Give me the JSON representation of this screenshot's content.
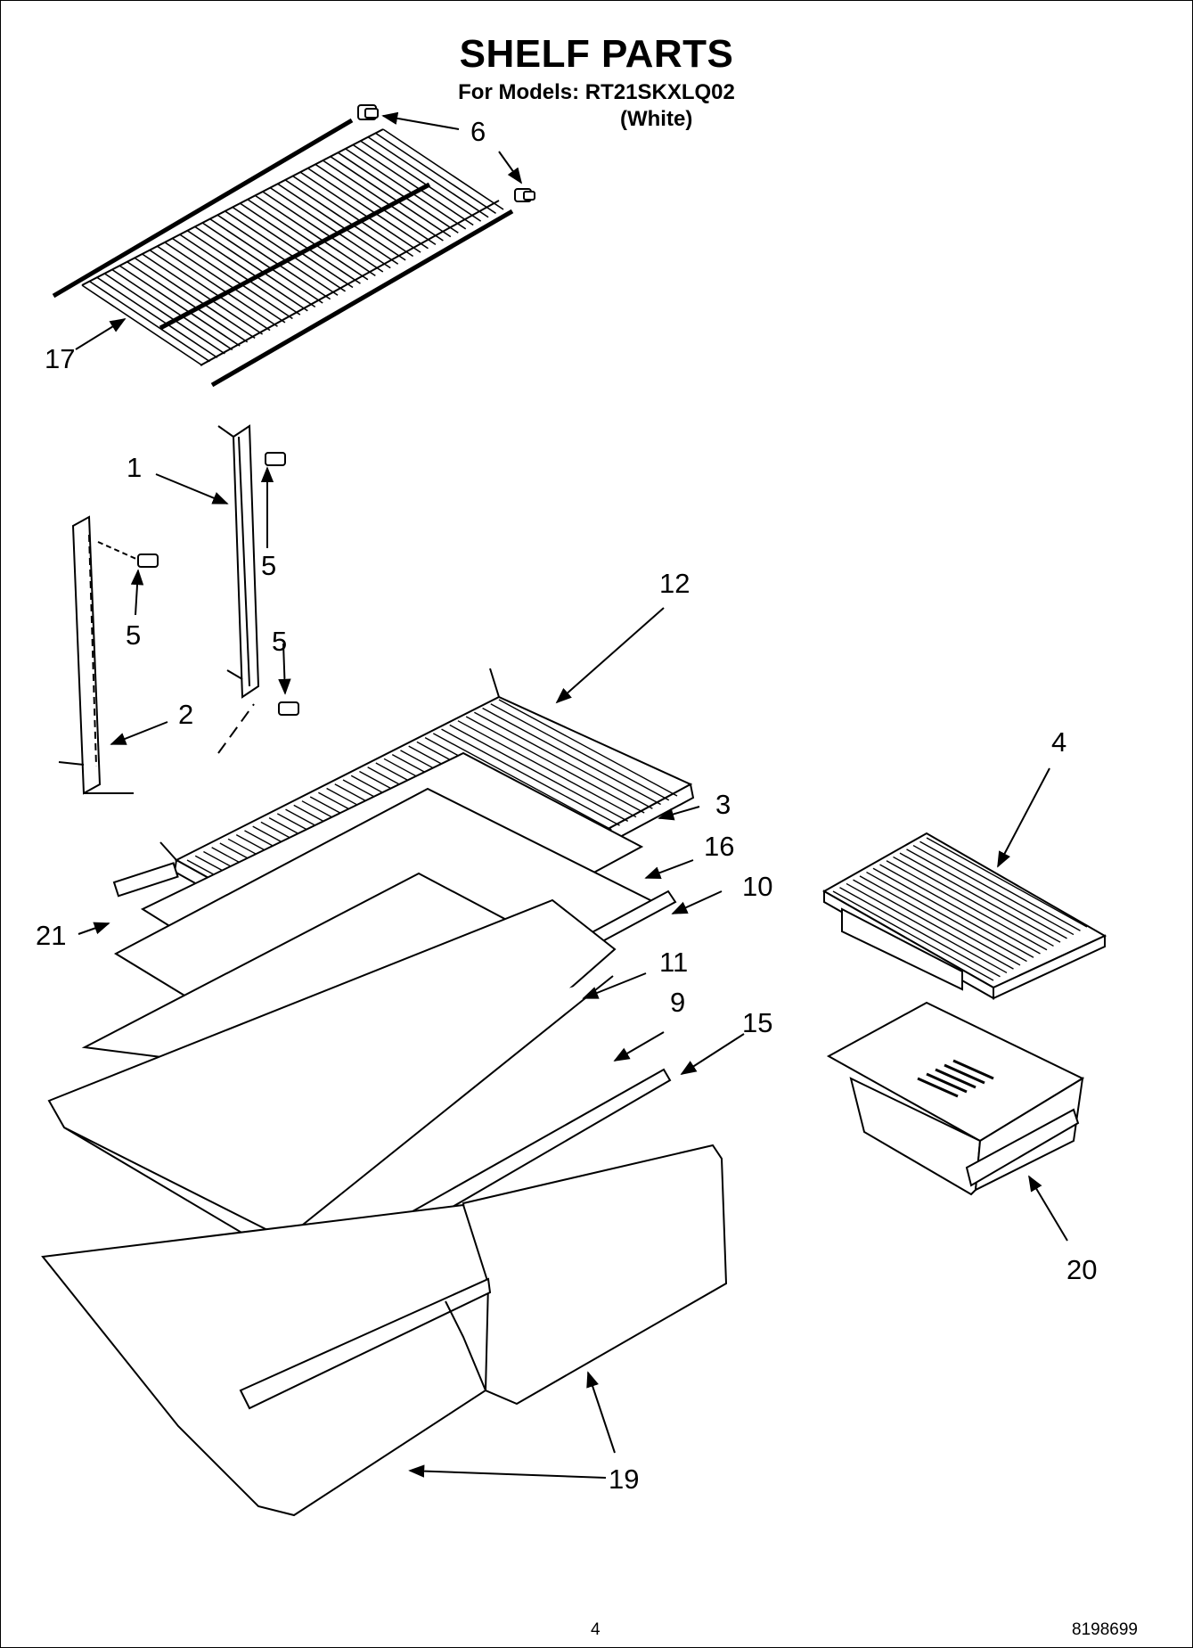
{
  "header": {
    "title": "SHELF PARTS",
    "models_line": "For Models: RT21SKXLQ02",
    "color": "(White)"
  },
  "callouts": [
    {
      "id": "c6",
      "label": "6"
    },
    {
      "id": "c17",
      "label": "17"
    },
    {
      "id": "c1",
      "label": "1"
    },
    {
      "id": "c5a",
      "label": "5"
    },
    {
      "id": "c5b",
      "label": "5"
    },
    {
      "id": "c5c",
      "label": "5"
    },
    {
      "id": "c2",
      "label": "2"
    },
    {
      "id": "c12",
      "label": "12"
    },
    {
      "id": "c4",
      "label": "4"
    },
    {
      "id": "c3",
      "label": "3"
    },
    {
      "id": "c16",
      "label": "16"
    },
    {
      "id": "c10",
      "label": "10"
    },
    {
      "id": "c21",
      "label": "21"
    },
    {
      "id": "c11",
      "label": "11"
    },
    {
      "id": "c9",
      "label": "9"
    },
    {
      "id": "c15",
      "label": "15"
    },
    {
      "id": "c20",
      "label": "20"
    },
    {
      "id": "c19",
      "label": "19"
    }
  ],
  "footer": {
    "page_number": "4",
    "doc_number": "8198699"
  }
}
